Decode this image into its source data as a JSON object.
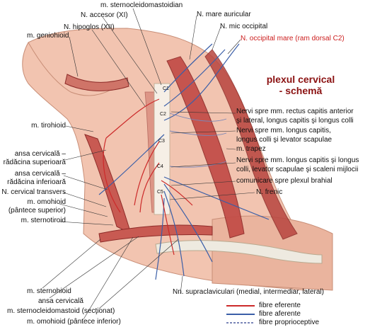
{
  "colors": {
    "title": "#8b1212",
    "efferent": "#cc2a2a",
    "afferent": "#3b5fa8",
    "proprioceptive": "#7a86b8",
    "accent_label": "#cc1d1d",
    "muscle": "#c24b46",
    "skin": "#f2c4b0"
  },
  "title": {
    "line1": "plexul cervical",
    "line2": "- schemă"
  },
  "labels": {
    "sternocleidomastoidian": "m. sternocleidomastoidian",
    "accesor": "N. accesor (XI)",
    "hipoglos": "N. hipoglos (XII)",
    "geniohioid": "m. geniohioid",
    "mare_auricular": "N. mare auricular",
    "mic_occipital": "N. mic occipital",
    "occipital_mare": "N. occipital mare (ram dorsal C2)",
    "rectus_1": "Nervi spre mm. rectus capitis anterior",
    "rectus_2": "şi lateral, longus capitis şi longus colli",
    "longus_1": "Nervi spre mm. longus capitis,",
    "longus_2": "longus colli şi levator scapulae",
    "trapez": "m. trapez",
    "scaleni_1": "Nervi spre mm. longus capitis şi longus",
    "scaleni_2": "colli, levator scapulae şi scaleni mijlocii",
    "brahial": "comunicare spre plexul brahial",
    "frenic": "N. frenic",
    "tirohioid": "m. tirohioid",
    "ansa_sup_1": "ansa cervicală –",
    "ansa_sup_2": "rădăcina superioară",
    "ansa_inf_1": "ansa cervicală –",
    "ansa_inf_2": "rădăcina inferioară",
    "transvers": "N. cervical transvers",
    "omohioid_sup_1": "m. omohioid",
    "omohioid_sup_2": "(pântece superior)",
    "sternotiroid": "m. sternotiroid",
    "sternohioid": "m. sternohioid",
    "ansa": "ansa cervicală",
    "scm_sectionat": "m. sternocleidomastoid (secţionat)",
    "omohioid_inf": "m. omohioid (pântece inferior)",
    "supraclaviculari": "Nn. supraclaviculari (medial, intermediar, lateral)"
  },
  "legend": {
    "efferent": "fibre eferente",
    "afferent": "fibre aferente",
    "proprioceptive": "fibre proprioceptive"
  },
  "vertebrae": [
    "C1",
    "C2",
    "C3",
    "C4",
    "C5"
  ]
}
